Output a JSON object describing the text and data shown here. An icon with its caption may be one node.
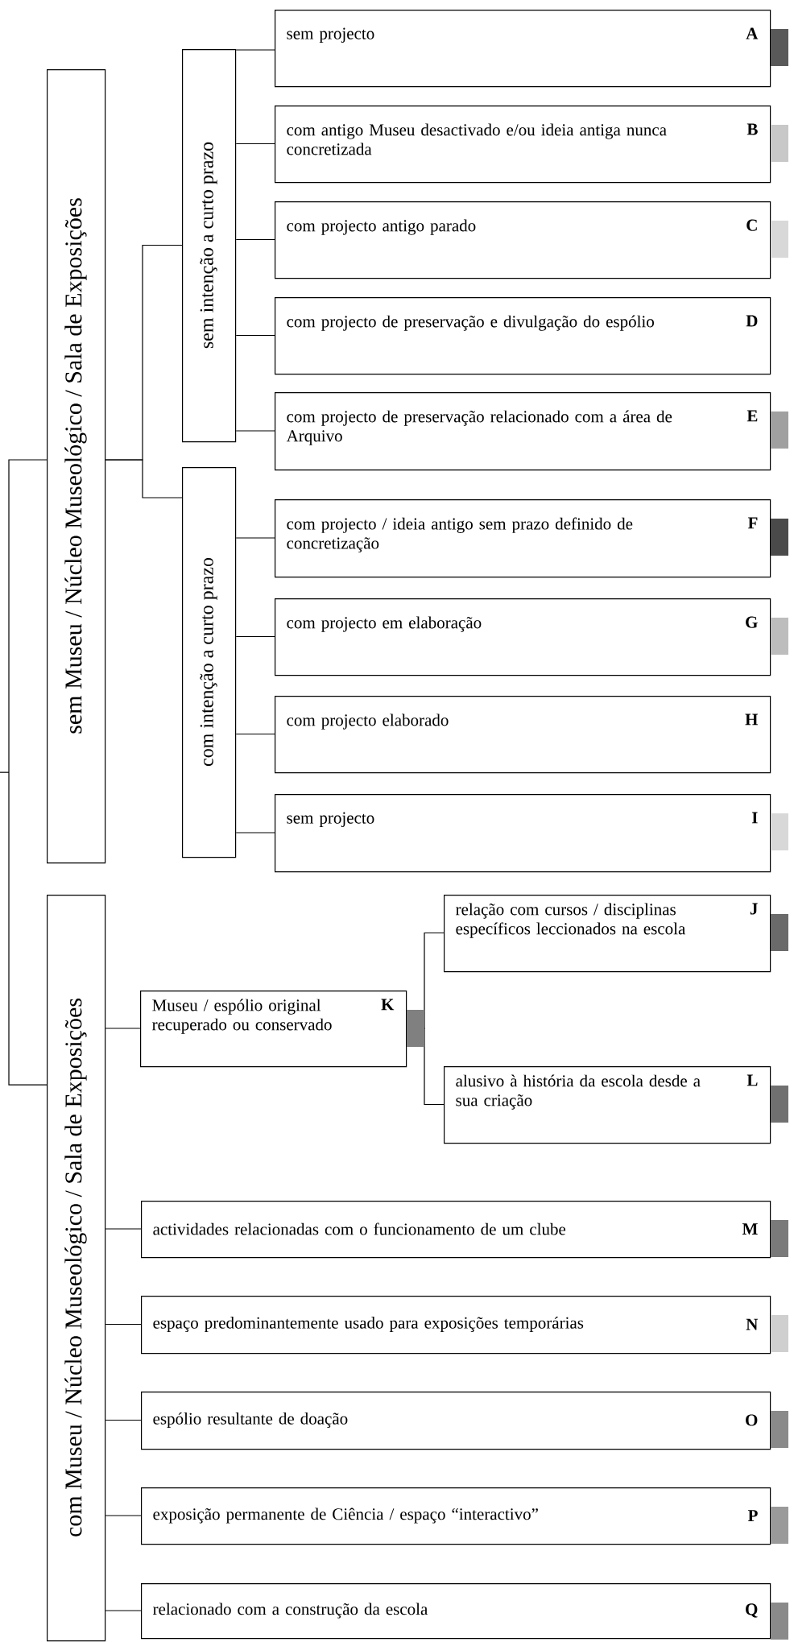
{
  "diagram": {
    "nodes": [
      {
        "text": [
          "sem Museu / Núcleo Museológico / Sala de Exposições"
        ]
      },
      {
        "text": [
          "sem intenção a curto prazo"
        ]
      },
      {
        "text": [
          "sem projecto",
          "A"
        ]
      },
      {
        "text": [
          "com antigo Museu desactivado e/ou ideia antiga nunca concretizada",
          "B"
        ]
      },
      {
        "text": [
          "com projecto antigo parado",
          "C"
        ]
      },
      {
        "text": [
          "com projecto de preservação e divulgação do espólio",
          "D"
        ]
      },
      {
        "text": [
          "com projecto de preservação relacionado com a área de Arquivo",
          "E"
        ]
      },
      {
        "text": [
          "com intenção a curto prazo"
        ]
      },
      {
        "text": [
          "com projecto / ideia antigo sem prazo definido de concretização",
          "F"
        ]
      },
      {
        "text": [
          "com projecto em elaboração",
          "G"
        ]
      },
      {
        "text": [
          "com projecto elaborado",
          "H"
        ]
      },
      {
        "text": [
          "sem projecto",
          "I"
        ]
      },
      {
        "text": [
          "com Museu / Núcleo Museológico / Sala de Exposições"
        ]
      },
      {
        "text": [
          "Museu / espólio original recuperado ou conservado",
          "K"
        ]
      },
      {
        "text": [
          "relação com cursos / disciplinas específicos leccionados na escola",
          "J"
        ]
      },
      {
        "text": [
          "alusivo à história da escola desde a sua criação",
          "L"
        ]
      },
      {
        "text": [
          "actividades relacionadas com o funcionamento de um clube",
          "M"
        ]
      },
      {
        "text": [
          "espaço predominantemente usado para exposições temporárias",
          "N"
        ]
      },
      {
        "text": [
          "espólio resultante de doação",
          "O"
        ]
      },
      {
        "text": [
          "exposição permanente de Ciência / espaço “interactivo”",
          "P"
        ]
      },
      {
        "text": [
          "relacionado com a construção da escola",
          "Q"
        ]
      }
    ],
    "edges": [
      {
        "from": 0,
        "to": 12,
        "arrow": "none"
      },
      {
        "from": 0,
        "to": 1,
        "arrow": "none"
      },
      {
        "from": 0,
        "to": 7,
        "arrow": "none"
      },
      {
        "from": 1,
        "to": 2,
        "arrow": "none"
      },
      {
        "from": 1,
        "to": 3,
        "arrow": "none"
      },
      {
        "from": 1,
        "to": 4,
        "arrow": "none"
      },
      {
        "from": 1,
        "to": 5,
        "arrow": "none"
      },
      {
        "from": 1,
        "to": 6,
        "arrow": "none"
      },
      {
        "from": 7,
        "to": 8,
        "arrow": "none"
      },
      {
        "from": 7,
        "to": 9,
        "arrow": "none"
      },
      {
        "from": 7,
        "to": 10,
        "arrow": "none"
      },
      {
        "from": 7,
        "to": 11,
        "arrow": "none"
      },
      {
        "from": 12,
        "to": 13,
        "arrow": "none"
      },
      {
        "from": 13,
        "to": 14,
        "arrow": "none"
      },
      {
        "from": 13,
        "to": 15,
        "arrow": "none"
      },
      {
        "from": 12,
        "to": 16,
        "arrow": "none"
      },
      {
        "from": 12,
        "to": 17,
        "arrow": "none"
      },
      {
        "from": 12,
        "to": 18,
        "arrow": "none"
      },
      {
        "from": 12,
        "to": 19,
        "arrow": "none"
      },
      {
        "from": 12,
        "to": 20,
        "arrow": "none"
      }
    ]
  }
}
